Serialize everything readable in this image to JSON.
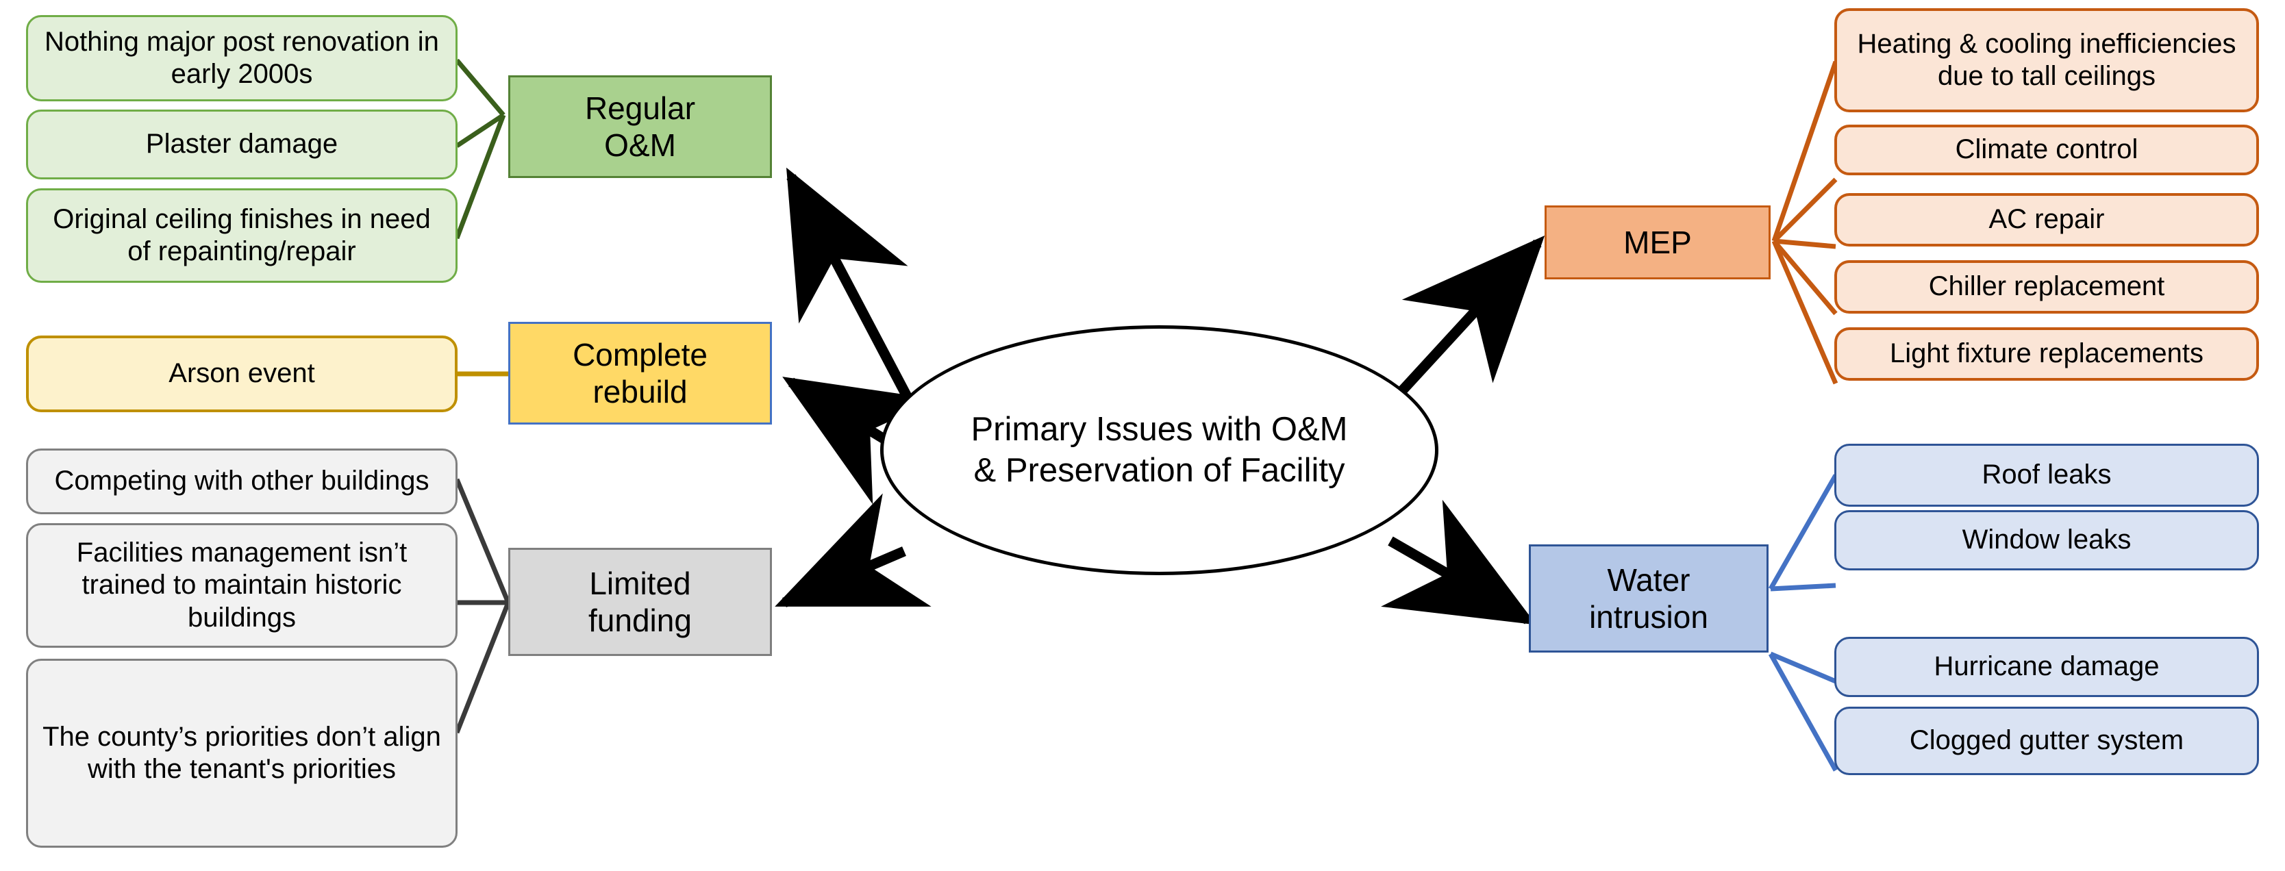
{
  "diagram": {
    "type": "mind-map",
    "center": {
      "label_line1": "Primary Issues with O&M",
      "label_line2": "& Preservation of Facility",
      "shape": "ellipse",
      "fill": "#ffffff",
      "stroke": "#000000"
    },
    "branches": [
      {
        "id": "regular-om",
        "label_line1": "Regular",
        "label_line2": "O&M",
        "fill": "#a9d18e",
        "stroke": "#548235",
        "connector_color": "#3a5f1c",
        "leaves": [
          "Nothing major post renovation in early 2000s",
          "Plaster damage",
          "Original ceiling finishes in need of repainting/repair"
        ]
      },
      {
        "id": "complete-rebuild",
        "label_line1": "Complete",
        "label_line2": "rebuild",
        "fill": "#ffd966",
        "stroke": "#4472c4",
        "connector_color": "#bf9000",
        "leaves": [
          "Arson event"
        ]
      },
      {
        "id": "limited-funding",
        "label_line1": "Limited",
        "label_line2": "funding",
        "fill": "#d9d9d9",
        "stroke": "#7f7f7f",
        "connector_color": "#3a3a3a",
        "leaves": [
          "Competing with other buildings",
          "Facilities management isn’t trained to maintain historic buildings",
          "The county’s priorities don’t align with the tenant's priorities"
        ]
      },
      {
        "id": "mep",
        "label_line1": "MEP",
        "label_line2": "",
        "fill": "#f4b183",
        "stroke": "#c55a11",
        "connector_color": "#c55a11",
        "leaves": [
          "Heating & cooling inefficiencies due to tall ceilings",
          "Climate control",
          "AC repair",
          "Chiller replacement",
          "Light fixture replacements"
        ]
      },
      {
        "id": "water-intrusion",
        "label_line1": "Water",
        "label_line2": "intrusion",
        "fill": "#b4c7e7",
        "stroke": "#2e5496",
        "connector_color": "#4472c4",
        "leaves": [
          "Roof leaks",
          "Window leaks",
          "Hurricane damage",
          "Clogged gutter system"
        ]
      }
    ]
  }
}
